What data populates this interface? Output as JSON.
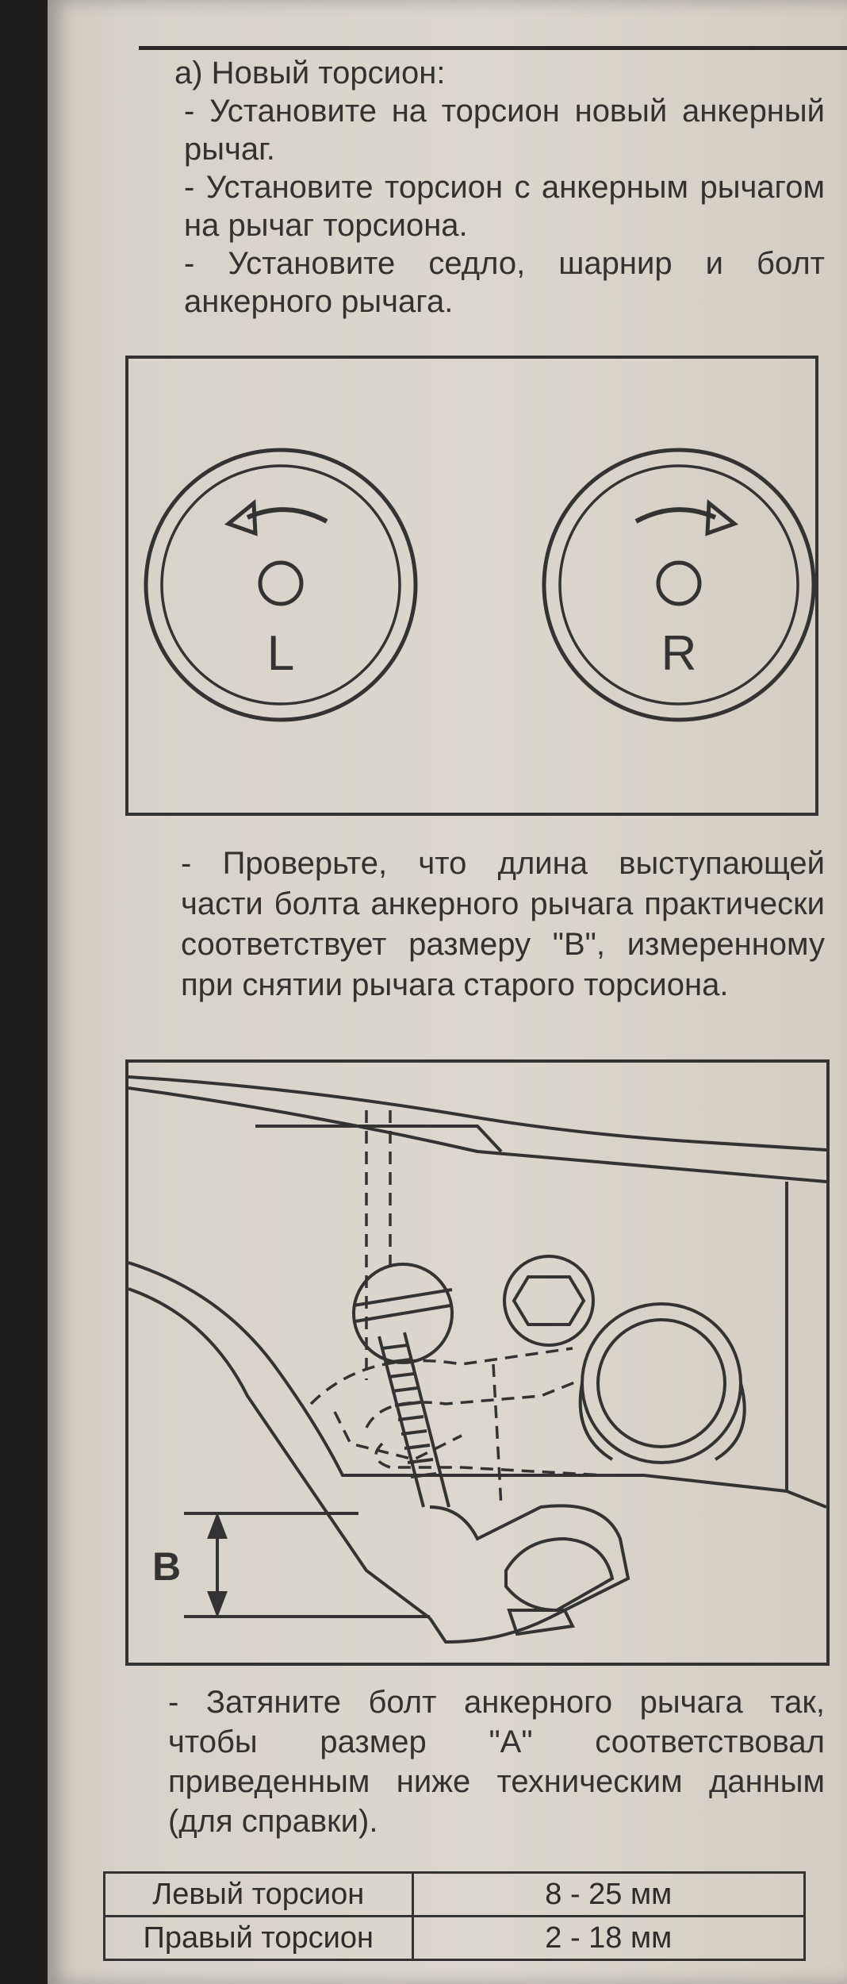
{
  "heading": "а) Новый торсион:",
  "steps_top": [
    "- Установите на торсион новый анкерный рычаг.",
    "- Установите торсион с анкерным рычагом на рычаг торсиона.",
    "- Установите седло, шарнир и болт анкерного рычага."
  ],
  "figure1": {
    "left_label": "L",
    "right_label": "R"
  },
  "step_check": "- Проверьте, что длина выступающей части болта анкерного рычага практически соответствует размеру \"В\", измеренному при снятии рычага старого торсиона.",
  "figure2": {
    "dimension_label": "B"
  },
  "step_tighten": "- Затяните болт анкерного рычага так, чтобы размер \"А\" соответствовал приведенным ниже техническим данным (для справки).",
  "spec_table": [
    {
      "name": "Левый торсион",
      "value": "8 - 25 мм"
    },
    {
      "name": "Правый торсион",
      "value": "2 - 18 мм"
    }
  ]
}
